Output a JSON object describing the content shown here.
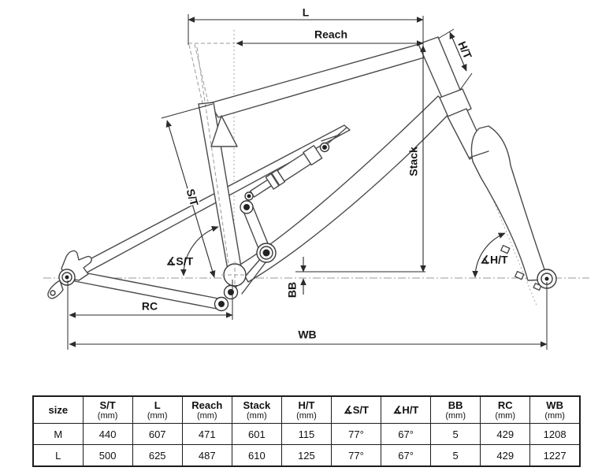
{
  "colors": {
    "line": "#4a4a4a",
    "dimension": "#2b2b2b",
    "reference_dash": "#9a9a9a",
    "table_border": "#1c1c1c",
    "background": "#ffffff"
  },
  "diagram": {
    "labels": {
      "l": "L",
      "reach": "Reach",
      "ht": "H/T",
      "stack": "Stack",
      "st": "S/T",
      "angle_st": "∡S/T",
      "angle_ht": "∡H/T",
      "bb": "BB",
      "rc": "RC",
      "wb": "WB"
    }
  },
  "table": {
    "columns": [
      {
        "label": "size",
        "unit": ""
      },
      {
        "label": "S/T",
        "unit": "(mm)"
      },
      {
        "label": "L",
        "unit": "(mm)"
      },
      {
        "label": "Reach",
        "unit": "(mm)"
      },
      {
        "label": "Stack",
        "unit": "(mm)"
      },
      {
        "label": "H/T",
        "unit": "(mm)"
      },
      {
        "label": "∡S/T",
        "unit": ""
      },
      {
        "label": "∡H/T",
        "unit": ""
      },
      {
        "label": "BB",
        "unit": "(mm)"
      },
      {
        "label": "RC",
        "unit": "(mm)"
      },
      {
        "label": "WB",
        "unit": "(mm)"
      }
    ],
    "rows": [
      {
        "size": "M",
        "values": [
          "440",
          "607",
          "471",
          "601",
          "115",
          "77°",
          "67°",
          "5",
          "429",
          "1208"
        ]
      },
      {
        "size": "L",
        "values": [
          "500",
          "625",
          "487",
          "610",
          "125",
          "77°",
          "67°",
          "5",
          "429",
          "1227"
        ]
      }
    ]
  }
}
